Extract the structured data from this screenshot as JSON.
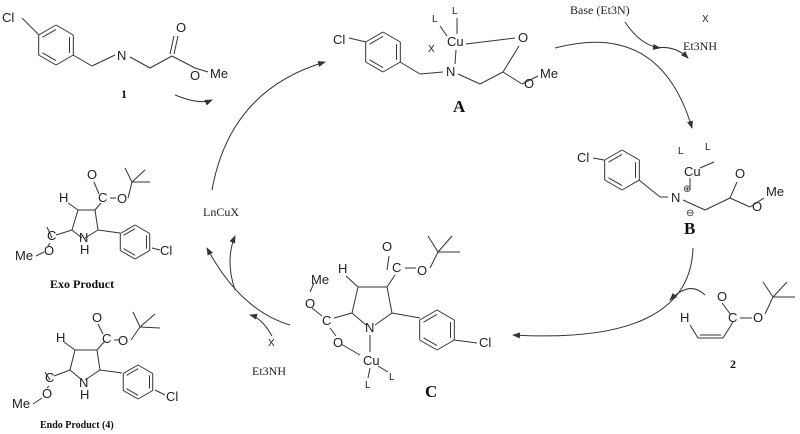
{
  "labels": {
    "compound_1": "1",
    "compound_2": "2",
    "intermediate_A": "A",
    "intermediate_B": "B",
    "intermediate_C": "C",
    "base": "Base (Et3N)",
    "catalyst": "LnCuX",
    "exo_product": "Exo Product",
    "endo_product": "Endo Product (4)",
    "ammonium_top_x": "X",
    "ammonium_top": "Et3NH",
    "ammonium_bottom_x": "X",
    "ammonium_bottom": "Et3NH"
  },
  "atoms": {
    "m1": [
      "Cl",
      "N",
      "O",
      "O",
      "Me"
    ],
    "mA": [
      "Cl",
      "N",
      "Cu",
      "L",
      "L",
      "X",
      "O",
      "O",
      "Me"
    ],
    "mB": [
      "Cl",
      "N",
      "Cu",
      "L",
      "L",
      "O",
      "O",
      "Me",
      "⊕",
      "⊖"
    ],
    "mC": [
      "Me",
      "O",
      "C",
      "O",
      "N",
      "Cu",
      "L",
      "L",
      "H",
      "O",
      "C",
      "O",
      "Cl"
    ],
    "m2": [
      "H",
      "O",
      "C",
      "O"
    ],
    "exo": [
      "H",
      "O",
      "C",
      "O",
      "C",
      "O",
      "Me",
      "N",
      "H",
      "Cl"
    ],
    "endo": [
      "H",
      "O",
      "C",
      "O",
      "C",
      "O",
      "Me",
      "N",
      "H",
      "Cl"
    ]
  }
}
